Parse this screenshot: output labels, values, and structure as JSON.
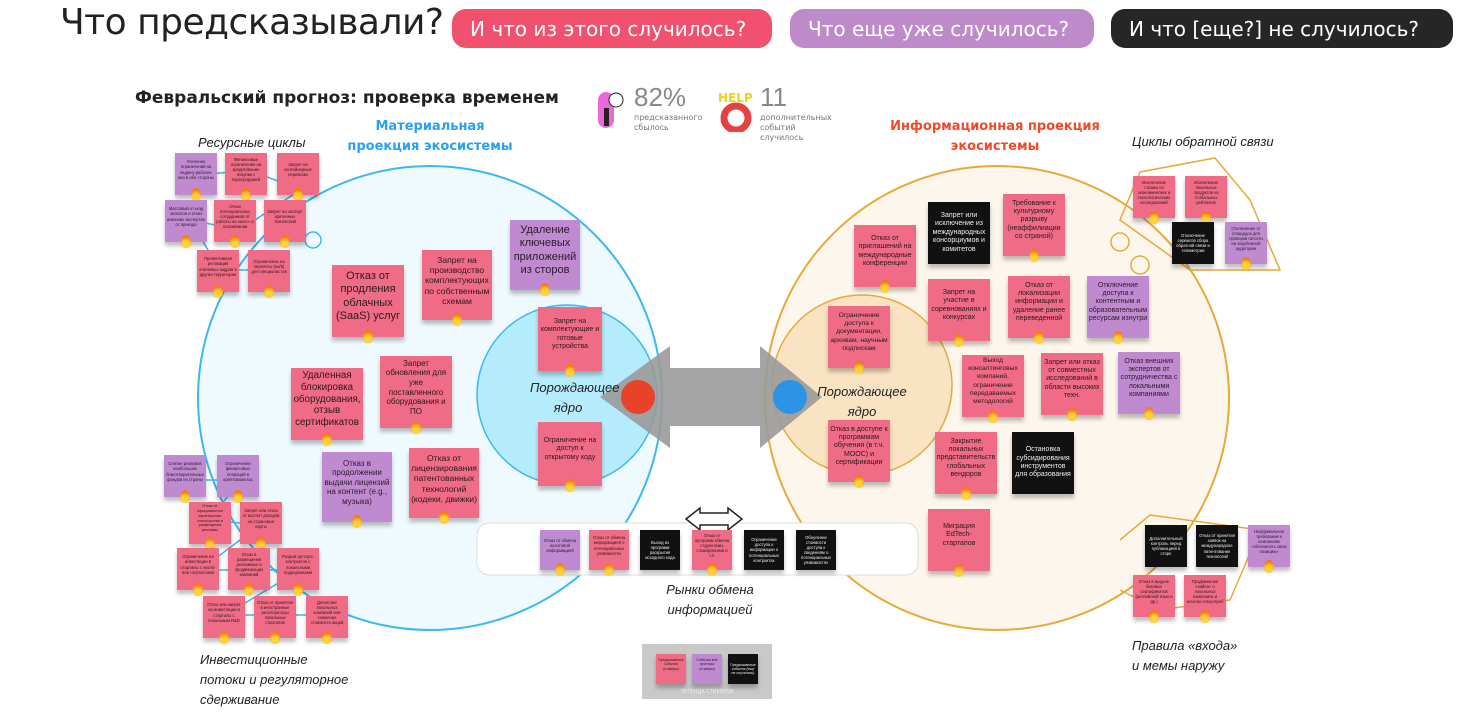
{
  "header": {
    "title": "Что предсказывали?",
    "pills": [
      "И что из этого случилось?",
      "Что еще уже случилось?",
      "И что [еще?] не случилось?"
    ]
  },
  "board": {
    "title": "Февральский прогноз: проверка временем",
    "stats": [
      {
        "value": "82%",
        "label": "предсказанного сбылось",
        "icon": "lightbulb-character-icon"
      },
      {
        "value": "11",
        "label": "дополнительных событий случилось",
        "icon": "help-lifebuoy-icon"
      }
    ],
    "left_title": "Материальная проекция экосистемы",
    "right_title": "Информационная проекция экосистемы",
    "core_label": "Порождающее ядро",
    "groups": {
      "resource": "Ресурсные циклы",
      "feedback": "Циклы обратной связи",
      "investment": "Инвестиционные потоки и регуляторное сдерживание",
      "rules": "Правила «входа» и мемы наружу",
      "market": "Рынки обмена информацией"
    },
    "colors": {
      "predicted": "#f06b85",
      "extra": "#c08ad0",
      "not_happened": "#111111",
      "left_circle": "#3bb8f0",
      "right_circle": "#e8a93a",
      "left_core_dot": "#e8432a",
      "right_core_dot": "#2c93e6"
    },
    "stickers": [
      {
        "t": "Усиление ограничений на выдачу рабочих виз в обе стороны",
        "c": "v"
      },
      {
        "t": "Финансовые ограничения на кредитование покупки с перепродажей",
        "c": "p"
      },
      {
        "t": "Запрет на контейнерные перевозки",
        "c": "p"
      },
      {
        "t": "Массовый отъезд экспатов и отказ внешних экспертов от приезда",
        "c": "v"
      },
      {
        "t": "Отказ потенциальных сотрудников от работы на эколо- и госкомпании",
        "c": "p"
      },
      {
        "t": "Запрет на экспорт критичных технологий",
        "c": "p"
      },
      {
        "t": "Превентивная релокация ключевых кадров в другие территории",
        "c": "p"
      },
      {
        "t": "Ограничение на перелеты (на/в) для специалистов",
        "c": "p"
      },
      {
        "t": "Отказ от продления облачных (SaaS) услуг",
        "c": "p"
      },
      {
        "t": "Запрет на производство комплектующих по собственным схемам",
        "c": "p"
      },
      {
        "t": "Удаление ключевых приложений из сторов",
        "c": "v"
      },
      {
        "t": "Удаленная блокировка оборудования, отзыв сертификатов",
        "c": "p"
      },
      {
        "t": "Запрет обновления для уже поставленного оборудования и ПО",
        "c": "p"
      },
      {
        "t": "Отказ в продолжении выдачи лицензий на контент (e.g., музыка)",
        "c": "v"
      },
      {
        "t": "Отказ от лицензирования патентованных технологий (кодеки, движки)",
        "c": "p"
      },
      {
        "t": "Запрет на комплектующие и готовые устройства",
        "c": "p"
      },
      {
        "t": "Ограничение на доступ к открытому коду",
        "c": "p"
      },
      {
        "t": "Снятие резервов наибольших благотворительных фондов из страны",
        "c": "v"
      },
      {
        "t": "Ограничение финансовых операций в криптовалютах",
        "c": "v"
      },
      {
        "t": "Отказ от официального партнерства, спонсорства и размещения рекламы",
        "c": "p"
      },
      {
        "t": "Запрет или отказ от выплат доходов на страновые карты",
        "c": "p"
      },
      {
        "t": "Ограничение на инвестиции в стартапы с эколо- или госучастием",
        "c": "p"
      },
      {
        "t": "Отказ в размещении рекламных и продвигающих кампаний",
        "c": "p"
      },
      {
        "t": "Разрыв аутсорс-контрактов с локальными подрядчиками",
        "c": "p"
      },
      {
        "t": "Отказ или запрет на инвестиции в стартапы с локальным R&D",
        "c": "p"
      },
      {
        "t": "Отказ от принятия в иностранные акселераторы локальных стартапов",
        "c": "p"
      },
      {
        "t": "Делистинг локальных компаний или снижение стоимости акций",
        "c": "p"
      },
      {
        "t": "Отказ от обмена налоговой информацией",
        "c": "v"
      },
      {
        "t": "Отказ от обмена информацией о потенциальных уязвимостях",
        "c": "p"
      },
      {
        "t": "Выход из программ раскрытия исходного кода",
        "c": "b"
      },
      {
        "t": "Отказ от программ обмена студентами, стажировками и т.п.",
        "c": "p"
      },
      {
        "t": "Ограничение доступа к информации о потенциальных контрактах",
        "c": "b"
      },
      {
        "t": "Обнуление стоимости доступа к сведениям о потенциальных уязвимостях",
        "c": "b"
      },
      {
        "t": "Отказ от приглашений на международные конференции",
        "c": "p"
      },
      {
        "t": "Запрет или исключение из международных консорциумов и комитетов",
        "c": "b"
      },
      {
        "t": "Требование к культурному разрыву (неаффилиации со страной)",
        "c": "p"
      },
      {
        "t": "Ограничение доступа к документации, архивам, научным подпискам",
        "c": "p"
      },
      {
        "t": "Запрет на участие в соревнованиях и конкурсах",
        "c": "p"
      },
      {
        "t": "Отказ от локализации информации и удаление ранее переведенной",
        "c": "p"
      },
      {
        "t": "Отключение доступа к контентным и образовательным ресурсам изнутри",
        "c": "v"
      },
      {
        "t": "Выход консалтинговых компаний, ограничение передаваемых методологий",
        "c": "p"
      },
      {
        "t": "Запрет или отказ от совместных исследований в области высоких техн.",
        "c": "p"
      },
      {
        "t": "Отказ внешних экспертов от сотрудничества с локальными компаниями",
        "c": "v"
      },
      {
        "t": "Отказ в доступе к программам обучения (в т.ч. MOOC) и сертификации",
        "c": "p"
      },
      {
        "t": "Закрытие локальных представительств глобальных вендоров",
        "c": "p"
      },
      {
        "t": "Остановка субсидирования инструментов для образования",
        "c": "b"
      },
      {
        "t": "Миграция EdTech-стартапов",
        "c": "p"
      },
      {
        "t": "Исключение страны из экономических и технологических исследований",
        "c": "p"
      },
      {
        "t": "Исключение локальных продуктов из глобальных рейтингов",
        "c": "p"
      },
      {
        "t": "Отключение сервисов сбора обратной связи и телеметрии",
        "c": "b"
      },
      {
        "t": "Отключение от площадок для проверки гипотез на зарубежной аудитории",
        "c": "v"
      },
      {
        "t": "Дополнительный контроль перед публикацией в сторе",
        "c": "b"
      },
      {
        "t": "Отказ от принятия заявок на международное патентование технологий",
        "c": "b"
      },
      {
        "t": "Неформальное требование к компаниям «обозначить свою позицию»",
        "c": "v"
      },
      {
        "t": "Отказ в выдаче базовых сертификатов (английский язык и др.)",
        "c": "p"
      },
      {
        "t": "Продвижение «хайпа» о локальных компаниях и агентах спецслужб",
        "c": "p"
      }
    ],
    "legend": {
      "title": "ЛЕГЕНДА СТИКЕРОВ",
      "items": [
        {
          "t": "Предсказанные события (стикеры)",
          "c": "p"
        },
        {
          "t": "События вне прогноза (стикеры)",
          "c": "v"
        },
        {
          "t": "Предсказанные события (еще не случились)",
          "c": "b"
        }
      ]
    }
  }
}
